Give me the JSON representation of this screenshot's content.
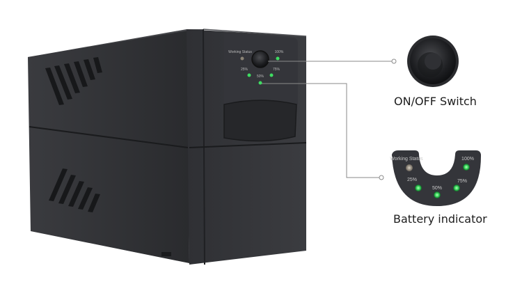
{
  "callouts": {
    "switch_label": "ON/OFF Switch",
    "battery_label": "Battery indicator"
  },
  "front_panel": {
    "working_status": "Working Status",
    "level_25": "25%",
    "level_50": "50%",
    "level_75": "75%",
    "level_100": "100%"
  },
  "colors": {
    "body": "#2b2c2f",
    "led_on": "#3fdc62",
    "callout_line": "#8a8a8a"
  }
}
